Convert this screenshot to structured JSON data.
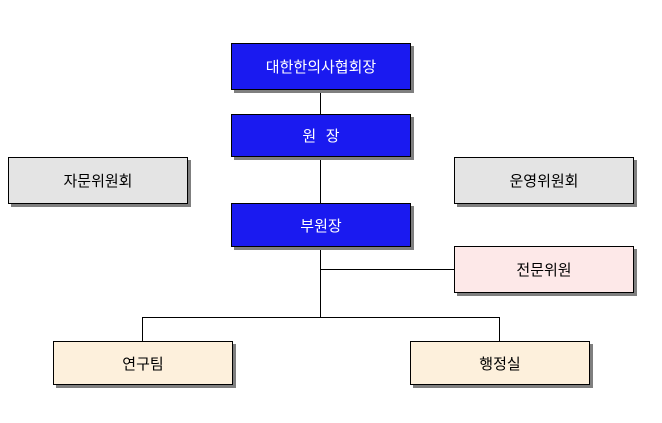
{
  "nodes": {
    "president": "대한한의사협회장",
    "director": "원  장",
    "advisory_committee": "자문위원회",
    "operating_committee": "운영위원회",
    "vice_director": "부원장",
    "expert_committee": "전문위원",
    "research_team": "연구팀",
    "admin_office": "행정실"
  },
  "colors": {
    "blue_fill": "#1a1af0",
    "gray_fill": "#e4e4e4",
    "pink_fill": "#fde8e8",
    "cream_fill": "#fdf0dc",
    "line": "#000000"
  }
}
